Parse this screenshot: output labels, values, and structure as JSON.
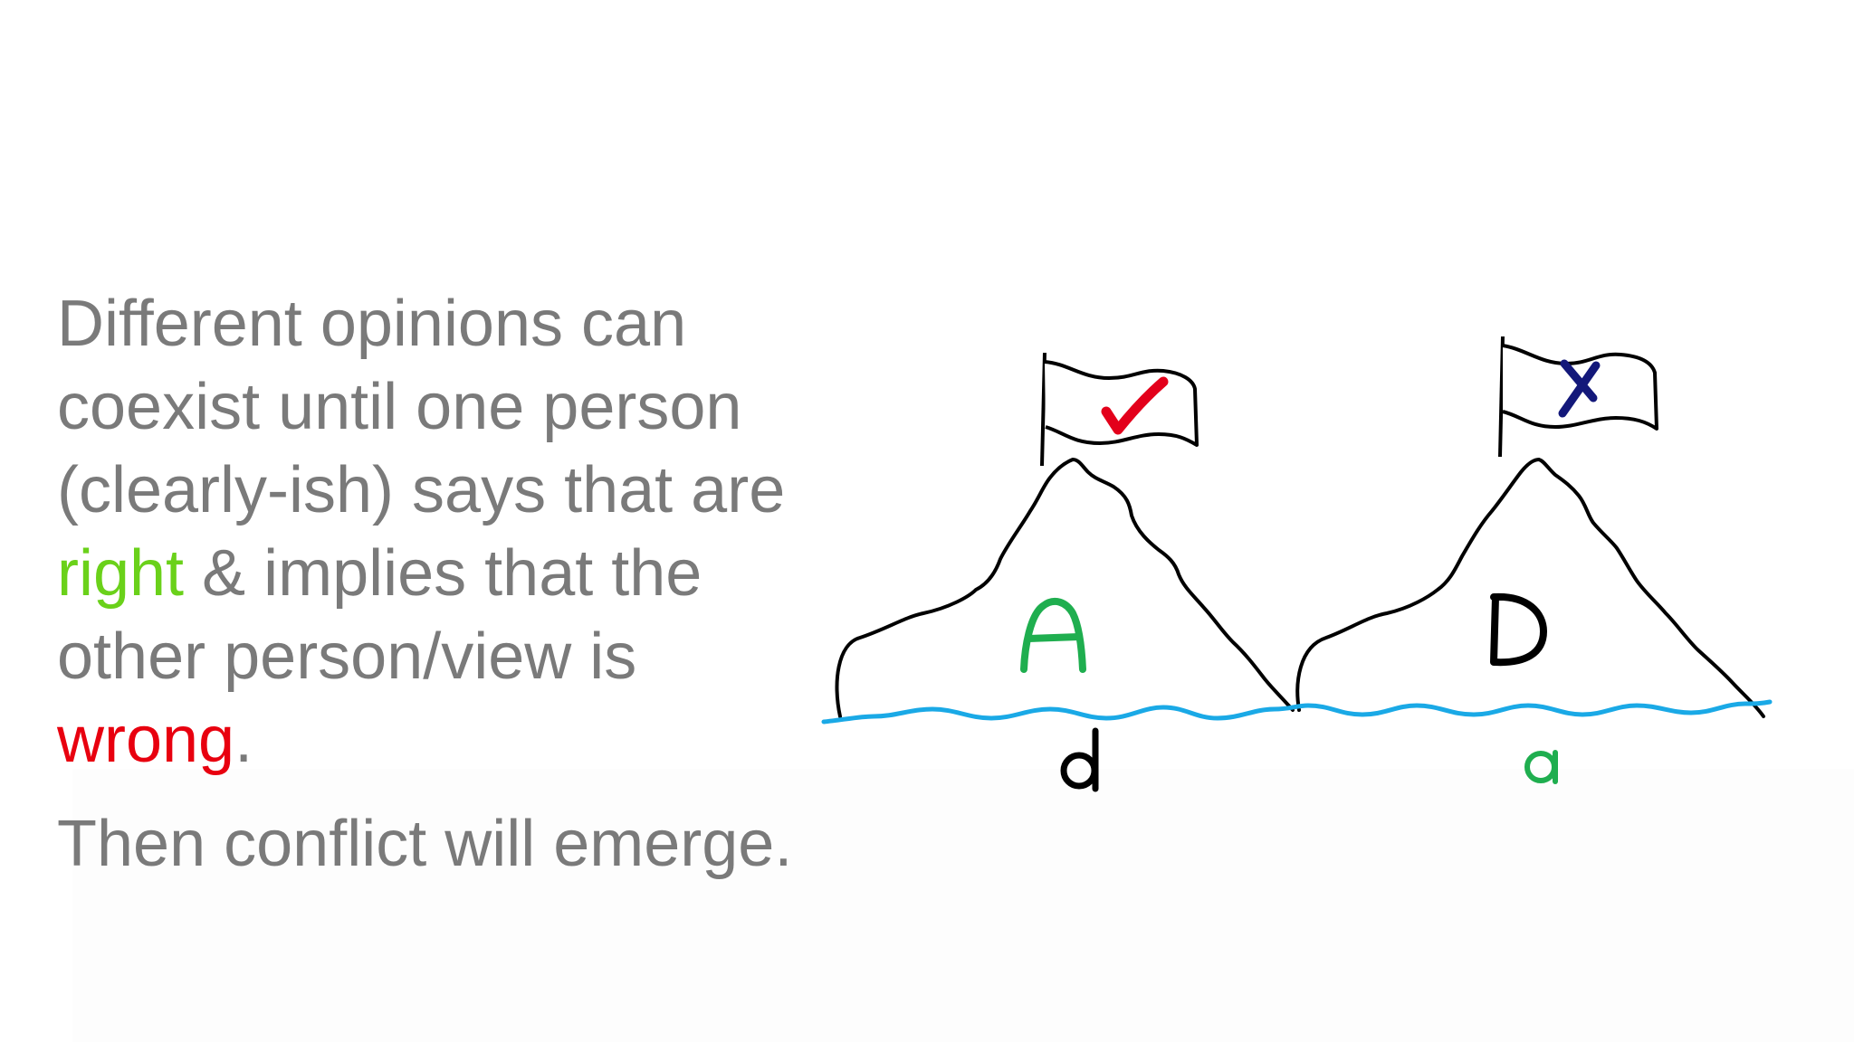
{
  "text": {
    "para1": {
      "line1": "Different opinions can",
      "line2": "coexist until one person",
      "line3": "(clearly-ish) says that are",
      "right_word": "right",
      "line4_rest": " & implies that the",
      "line5": "other person/view is",
      "wrong_word": "wrong",
      "period": "."
    },
    "para2": "Then conflict will emerge."
  },
  "illustration": {
    "left_mountain": {
      "label_top": "A",
      "label_below": "d",
      "flag_mark": "check-mark"
    },
    "right_mountain": {
      "label_top": "D",
      "label_below": "a",
      "flag_mark": "x-mark"
    }
  },
  "colors": {
    "text": "#7a7a7a",
    "right": "#6ad11a",
    "wrong": "#e8000f",
    "water": "#1aa9e6",
    "green_label": "#1fae4f",
    "check": "#e3001b",
    "cross": "#13187a"
  }
}
